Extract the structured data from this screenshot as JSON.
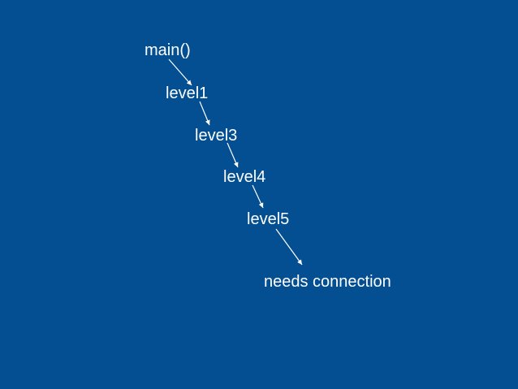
{
  "diagram": {
    "background_color": "#034f92",
    "text_color": "#ffffff",
    "arrow_color": "#ffffff",
    "nodes": [
      {
        "id": "main",
        "label": "main()"
      },
      {
        "id": "l1",
        "label": "level1"
      },
      {
        "id": "l3",
        "label": "level3"
      },
      {
        "id": "l4",
        "label": "level4"
      },
      {
        "id": "l5",
        "label": "level5"
      },
      {
        "id": "nc",
        "label": "needs connection"
      }
    ],
    "edges": [
      {
        "from": "main",
        "to": "l1"
      },
      {
        "from": "l1",
        "to": "l3"
      },
      {
        "from": "l3",
        "to": "l4"
      },
      {
        "from": "l4",
        "to": "l5"
      },
      {
        "from": "l5",
        "to": "nc"
      }
    ]
  }
}
